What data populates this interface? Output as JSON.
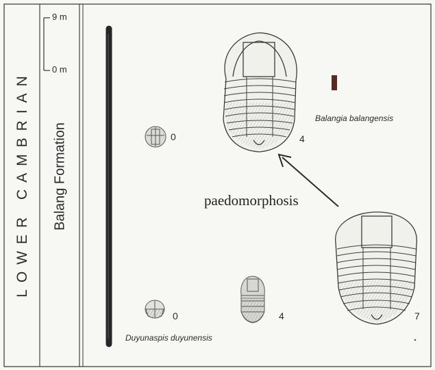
{
  "stratigraphy": {
    "era": "LOWER CAMBRIAN",
    "formation": "Balang Formation",
    "scale_top": "9 m",
    "scale_bottom": "0 m"
  },
  "annotation": {
    "process": "paedomorphosis"
  },
  "species": [
    {
      "name": "Balangia balangensis",
      "stages": [
        {
          "label": "0"
        },
        {
          "label": "4"
        }
      ]
    },
    {
      "name": "Duyunaspis duyunensis",
      "stages": [
        {
          "label": "0"
        },
        {
          "label": "4"
        },
        {
          "label": "7"
        }
      ]
    }
  ],
  "colors": {
    "range_bar": "#2a2a2a",
    "marker": "#5a2a22",
    "ink": "#3a3a3a"
  }
}
